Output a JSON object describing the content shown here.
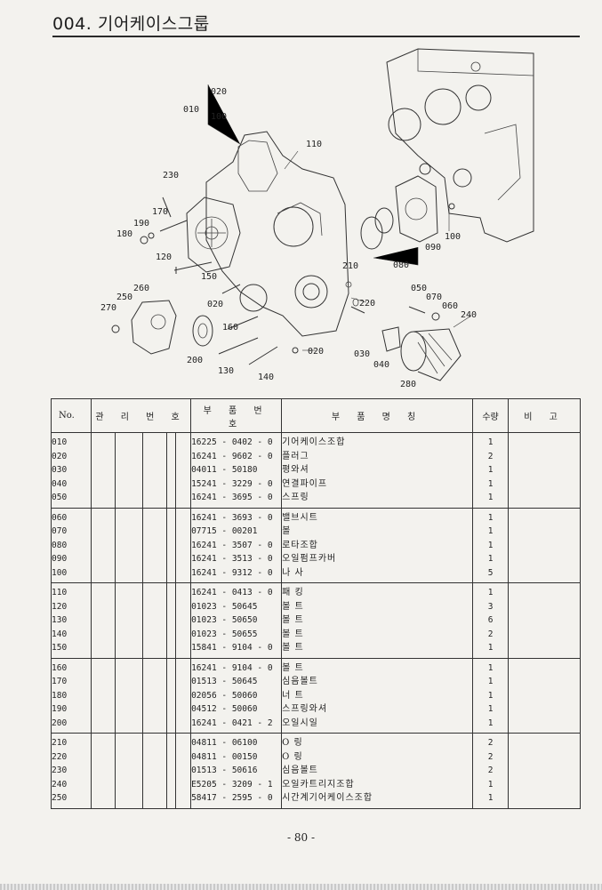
{
  "page": {
    "title": "004. 기어케이스그룹",
    "page_number": "- 80 -"
  },
  "diagram": {
    "callouts": [
      "010",
      "020",
      "100",
      "110",
      "230",
      "170",
      "190",
      "180",
      "120",
      "150",
      "260",
      "250",
      "270",
      "020",
      "160",
      "200",
      "130",
      "140",
      "210",
      "220",
      "050",
      "070",
      "060",
      "240",
      "020",
      "030",
      "040",
      "280",
      "080",
      "090",
      "100"
    ]
  },
  "table": {
    "headers": {
      "no": "No.",
      "mgmt": "관 리 번 호",
      "part_no": "부 품 번 호",
      "part_name": "부 품 명 칭",
      "qty": "수량",
      "remark": "비 고"
    },
    "groups": [
      {
        "nos": [
          "010",
          "020",
          "030",
          "040",
          "050"
        ],
        "part_nos": [
          "16225 - 0402 - 0",
          "16241 - 9602 - 0",
          "04011 - 50180",
          "15241 - 3229 - 0",
          "16241 - 3695 - 0"
        ],
        "names": [
          "기어케이스조합",
          "플러그",
          "평와셔",
          "연결파이프",
          "스프링"
        ],
        "qtys": [
          "1",
          "2",
          "1",
          "1",
          "1"
        ]
      },
      {
        "nos": [
          "060",
          "070",
          "080",
          "090",
          "100"
        ],
        "part_nos": [
          "16241 - 3693 - 0",
          "07715 - 00201",
          "16241 - 3507 - 0",
          "16241 - 3513 - 0",
          "16241 - 9312 - 0"
        ],
        "names": [
          "밸브시트",
          "볼",
          "로타조합",
          "오일펌프카버",
          "나 사"
        ],
        "qtys": [
          "1",
          "1",
          "1",
          "1",
          "5"
        ]
      },
      {
        "nos": [
          "110",
          "120",
          "130",
          "140",
          "150"
        ],
        "part_nos": [
          "16241 - 0413 - 0",
          "01023 - 50645",
          "01023 - 50650",
          "01023 - 50655",
          "15841 - 9104 - 0"
        ],
        "names": [
          "패 킹",
          "볼 트",
          "볼 트",
          "볼 트",
          "볼 트"
        ],
        "qtys": [
          "1",
          "3",
          "6",
          "2",
          "1"
        ]
      },
      {
        "nos": [
          "160",
          "170",
          "180",
          "190",
          "200"
        ],
        "part_nos": [
          "16241 - 9104 - 0",
          "01513 - 50645",
          "02056 - 50060",
          "04512 - 50060",
          "16241 - 0421 - 2"
        ],
        "names": [
          "볼 트",
          "심음볼트",
          "너 트",
          "스프링와셔",
          "오일시일"
        ],
        "qtys": [
          "1",
          "1",
          "1",
          "1",
          "1"
        ]
      },
      {
        "nos": [
          "210",
          "220",
          "230",
          "240",
          "250"
        ],
        "part_nos": [
          "04811 - 06100",
          "04811 - 00150",
          "01513 - 50616",
          "E5205 - 3209 - 1",
          "58417 - 2595 - 0"
        ],
        "names": [
          "O 링",
          "O 링",
          "심음볼트",
          "오일카트리지조합",
          "시간계기어케이스조합"
        ],
        "qtys": [
          "2",
          "2",
          "2",
          "1",
          "1"
        ]
      }
    ]
  }
}
